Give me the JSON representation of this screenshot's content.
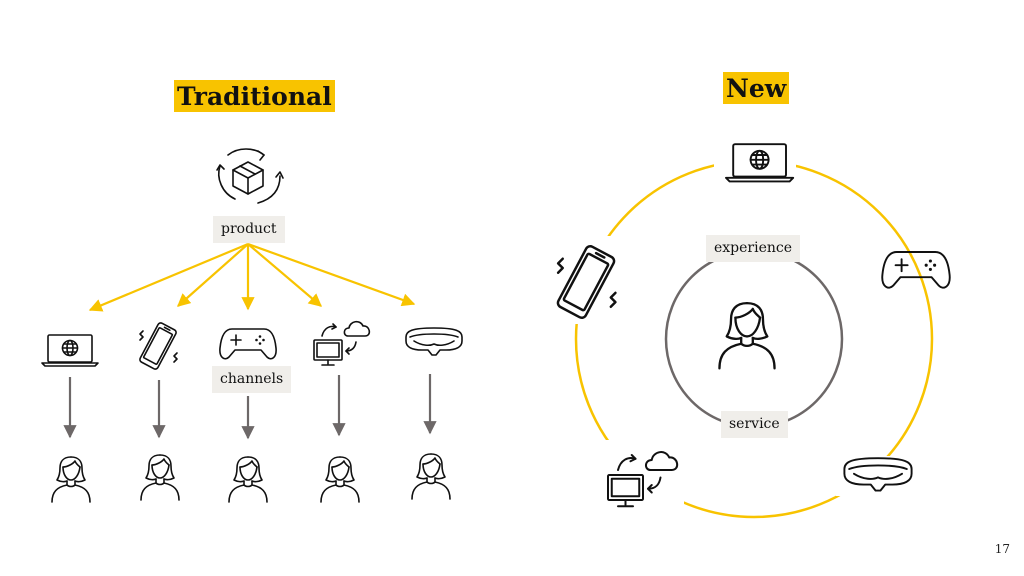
{
  "traditional": {
    "title": "Traditional",
    "product_label": "product",
    "channels_label": "channels",
    "channels": [
      "laptop-globe-icon",
      "smartphone-icon",
      "gamepad-icon",
      "desktop-cloud-icon",
      "vr-headset-icon"
    ]
  },
  "new": {
    "title": "New",
    "experience_label": "experience",
    "service_label": "service",
    "ring_devices": [
      "laptop-globe-icon",
      "smartphone-icon",
      "gamepad-icon",
      "desktop-cloud-icon",
      "vr-headset-icon"
    ]
  },
  "colors": {
    "accent": "#f8c300",
    "arrow_gray": "#6d6868",
    "icon": "#111111",
    "tag_bg": "#f0eeea"
  },
  "page_number": "17"
}
